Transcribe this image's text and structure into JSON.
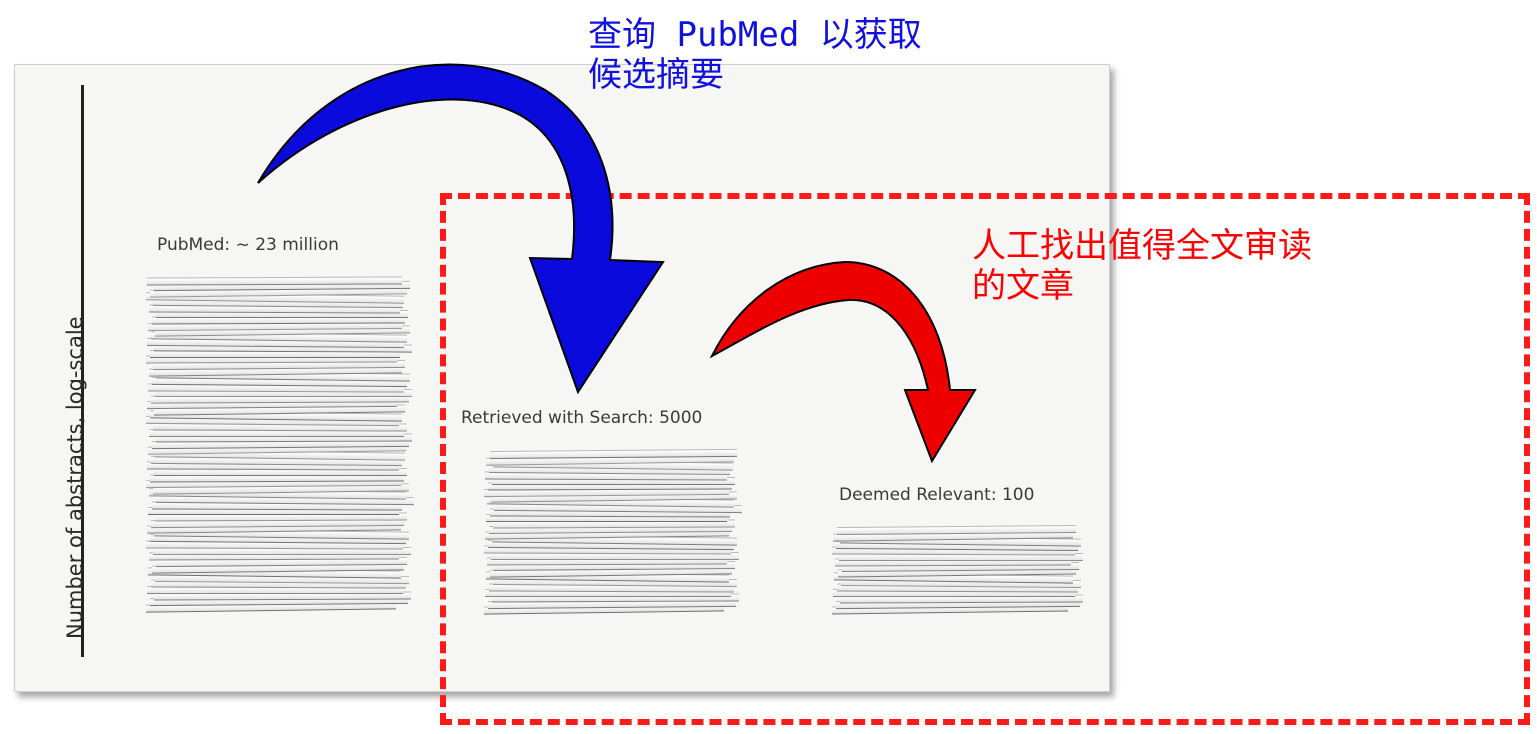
{
  "figure": {
    "axis_label": "Number of abstracts, log-scale",
    "stacks": [
      {
        "label": "PubMed: ~ 23 million",
        "count": 23000000
      },
      {
        "label": "Retrieved with Search: 5000",
        "count": 5000
      },
      {
        "label": "Deemed Relevant: 100",
        "count": 100
      }
    ]
  },
  "annotations": {
    "query_note": "查询 PubMed 以获取\n候选摘要",
    "manual_note": "人工找出值得全文审读\n的文章",
    "query_arrow_color": "#0a0adc",
    "manual_arrow_color": "#ee0000",
    "highlight_box_color": "#ff1a1a",
    "query_note_color": "#1010e0",
    "manual_note_color": "#ff0000"
  }
}
